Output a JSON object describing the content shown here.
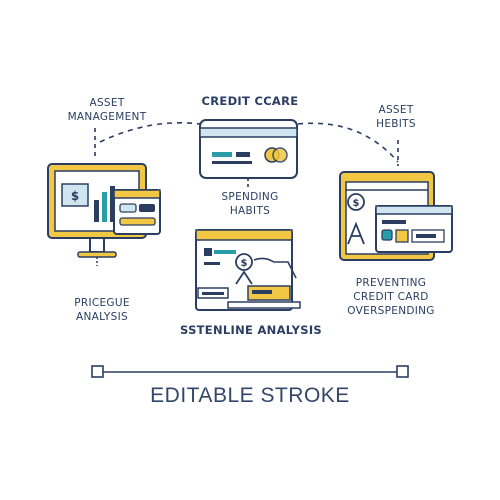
{
  "labels": {
    "asset_management": [
      "ASSET",
      "MANAGEMENT"
    ],
    "credit_care": "CREDIT CCARE",
    "asset_hebits": [
      "ASSET",
      "HEBITS"
    ],
    "spending_habits": [
      "SPENDING",
      "HABITS"
    ],
    "pricegue_analysis": [
      "PRICEGUE",
      "ANALYSIS"
    ],
    "preventing": [
      "PREVENTING",
      "CREDIT CARD",
      "OVERSPENDING"
    ],
    "sstenline_analysis": "SSTENLINE ANALYSIS"
  },
  "footer": {
    "title": "EDITABLE STROKE"
  },
  "colors": {
    "stroke": "#2b3e62",
    "accent": "#f2c744",
    "teal": "#2a9ea8",
    "light_blue": "#cfe6f0"
  },
  "icons": [
    "monitor-icon",
    "credit-card-icon",
    "browser-window-icon",
    "payment-screen-icon",
    "dollar-icon"
  ]
}
